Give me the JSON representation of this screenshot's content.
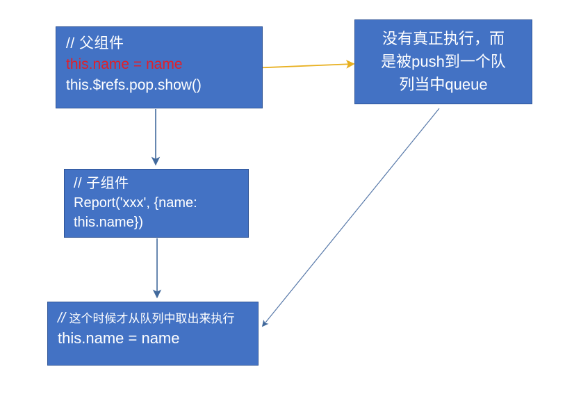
{
  "diagram": {
    "background_color": "#ffffff",
    "box_fill_color": "#4372c4",
    "box_border_color": "#2f5496",
    "text_color": "#ffffff",
    "highlight_text_color": "#e0202a",
    "arrow_blue_color": "#41699c",
    "arrow_gold_color": "#e8b020"
  },
  "boxes": {
    "parent": {
      "name": "parent-component-box",
      "lines": [
        {
          "text": "// 父组件",
          "style": "comment"
        },
        {
          "text": "this.name = name",
          "style": "highlight"
        },
        {
          "text": "this.$refs.pop.show()",
          "style": "normal"
        }
      ]
    },
    "child": {
      "name": "child-component-box",
      "lines": [
        {
          "text": "// 子组件",
          "style": "comment"
        },
        {
          "text": "Report('xxx', {name:",
          "style": "normal"
        },
        {
          "text": "this.name})",
          "style": "normal"
        }
      ]
    },
    "execution": {
      "name": "execution-box",
      "comment_slashes": "//",
      "comment_text": "这个时候才从队列中取出来执行",
      "code_text": "this.name = name"
    },
    "note": {
      "name": "queue-note-box",
      "lines": [
        "没有真正执行，而",
        "是被push到一个队",
        "列当中queue"
      ]
    }
  },
  "arrows": [
    {
      "id": "arrow-parent-to-child",
      "color": "#41699c",
      "label": ""
    },
    {
      "id": "arrow-child-to-exec",
      "color": "#41699c",
      "label": ""
    },
    {
      "id": "arrow-parent-to-note",
      "color": "#e8b020",
      "label": ""
    },
    {
      "id": "arrow-note-to-exec",
      "color": "#41699c",
      "label": ""
    }
  ]
}
